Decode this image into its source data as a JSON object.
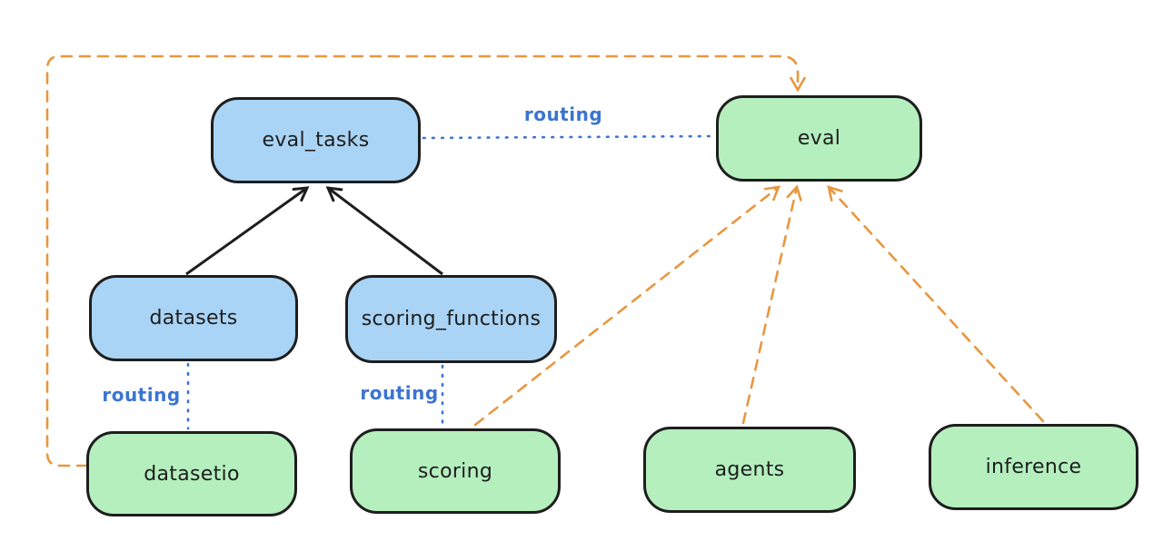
{
  "diagram": {
    "type": "flow-diagram",
    "colors": {
      "background": "#ffffff",
      "blue_fill": "#a9d4f5",
      "green_fill": "#b5efbe",
      "stroke": "#1e1e1e",
      "orange": "#e8973f",
      "routing_blue": "#3b74d1"
    },
    "nodes": [
      {
        "id": "eval_tasks",
        "label": "eval_tasks",
        "color": "blue"
      },
      {
        "id": "eval",
        "label": "eval",
        "color": "green"
      },
      {
        "id": "datasets",
        "label": "datasets",
        "color": "blue"
      },
      {
        "id": "scoring_functions",
        "label": "scoring_functions",
        "color": "blue"
      },
      {
        "id": "datasetio",
        "label": "datasetio",
        "color": "green"
      },
      {
        "id": "scoring",
        "label": "scoring",
        "color": "green"
      },
      {
        "id": "agents",
        "label": "agents",
        "color": "green"
      },
      {
        "id": "inference",
        "label": "inference",
        "color": "green"
      }
    ],
    "edges": [
      {
        "from": "datasets",
        "to": "eval_tasks",
        "style": "solid",
        "color": "black",
        "arrow": true
      },
      {
        "from": "scoring_functions",
        "to": "eval_tasks",
        "style": "solid",
        "color": "black",
        "arrow": true
      },
      {
        "from": "eval_tasks",
        "to": "eval",
        "style": "dotted",
        "color": "blue",
        "label": "routing",
        "arrow": false
      },
      {
        "from": "datasets",
        "to": "datasetio",
        "style": "dotted",
        "color": "blue",
        "label": "routing",
        "arrow": false
      },
      {
        "from": "scoring_functions",
        "to": "scoring",
        "style": "dotted",
        "color": "blue",
        "label": "routing",
        "arrow": false
      },
      {
        "from": "datasetio",
        "to": "eval",
        "style": "dashed",
        "color": "orange",
        "arrow": true,
        "route": "around-left-and-top"
      },
      {
        "from": "scoring",
        "to": "eval",
        "style": "dashed",
        "color": "orange",
        "arrow": true
      },
      {
        "from": "agents",
        "to": "eval",
        "style": "dashed",
        "color": "orange",
        "arrow": true
      },
      {
        "from": "inference",
        "to": "eval",
        "style": "dashed",
        "color": "orange",
        "arrow": true
      }
    ]
  }
}
